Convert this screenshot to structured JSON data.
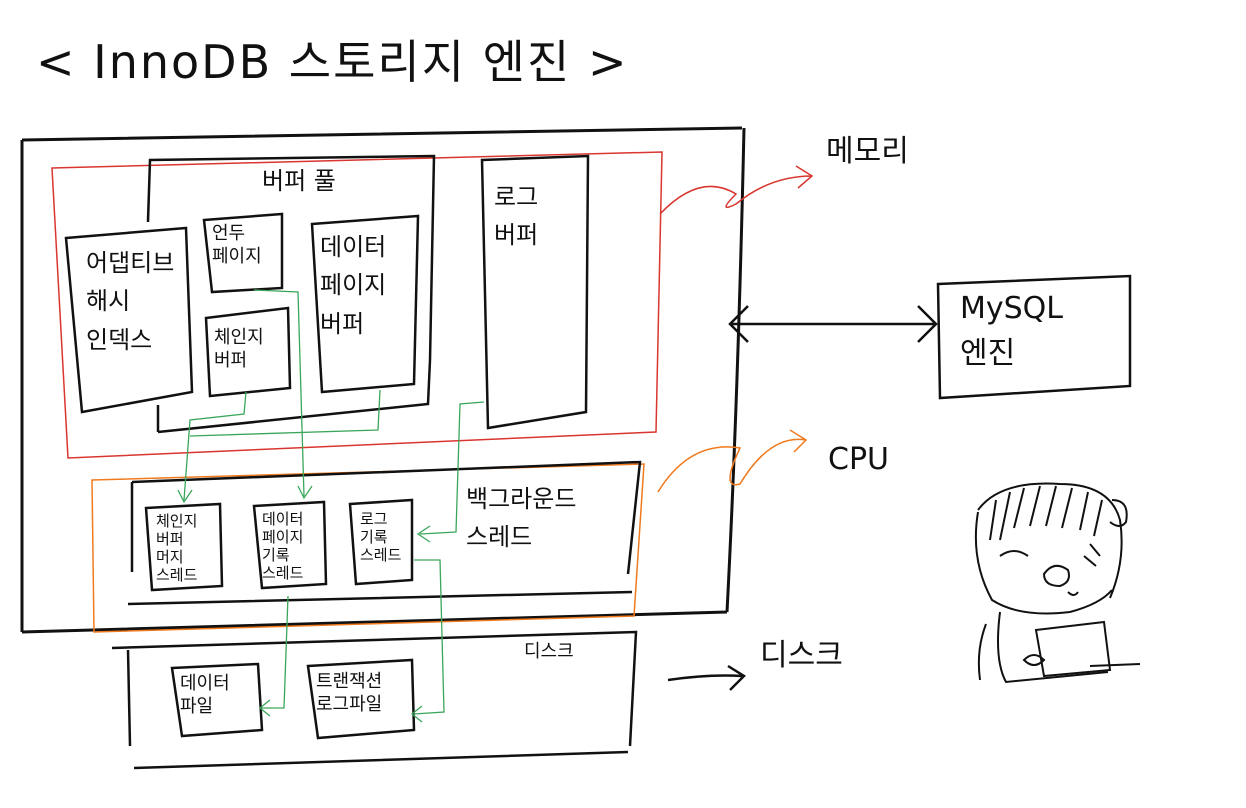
{
  "title": "< InnoDB 스토리지 엔진 >",
  "memory_region": {
    "label": "메모리",
    "buffer_pool": {
      "label": "버퍼 풀",
      "adaptive_hash_index": "어댑티브\n해시\n인덱스",
      "undo_page": "언두\n페이지",
      "change_buffer": "체인지\n버퍼",
      "data_page_buffer": "데이터\n페이지\n버퍼"
    },
    "log_buffer": "로그\n버퍼"
  },
  "cpu_region": {
    "label": "CPU",
    "background_threads": "백그라운드\n스레드",
    "change_buffer_merge_thread": "체인지\n버퍼\n머지\n스레드",
    "data_page_write_thread": "데이터\n페이지\n기록\n스레드",
    "log_write_thread": "로그\n기록\n스레드"
  },
  "disk_region": {
    "label": "디스크",
    "inner_label": "디스크",
    "data_file": "데이터\n파일",
    "transaction_log_file": "트랜잭션\n로그파일"
  },
  "mysql_engine": "MySQL\n엔진",
  "colors": {
    "ink": "#111111",
    "memory_outline": "#d9362f",
    "cpu_outline": "#f07a1e",
    "flow_arrows": "#3aa65a"
  }
}
